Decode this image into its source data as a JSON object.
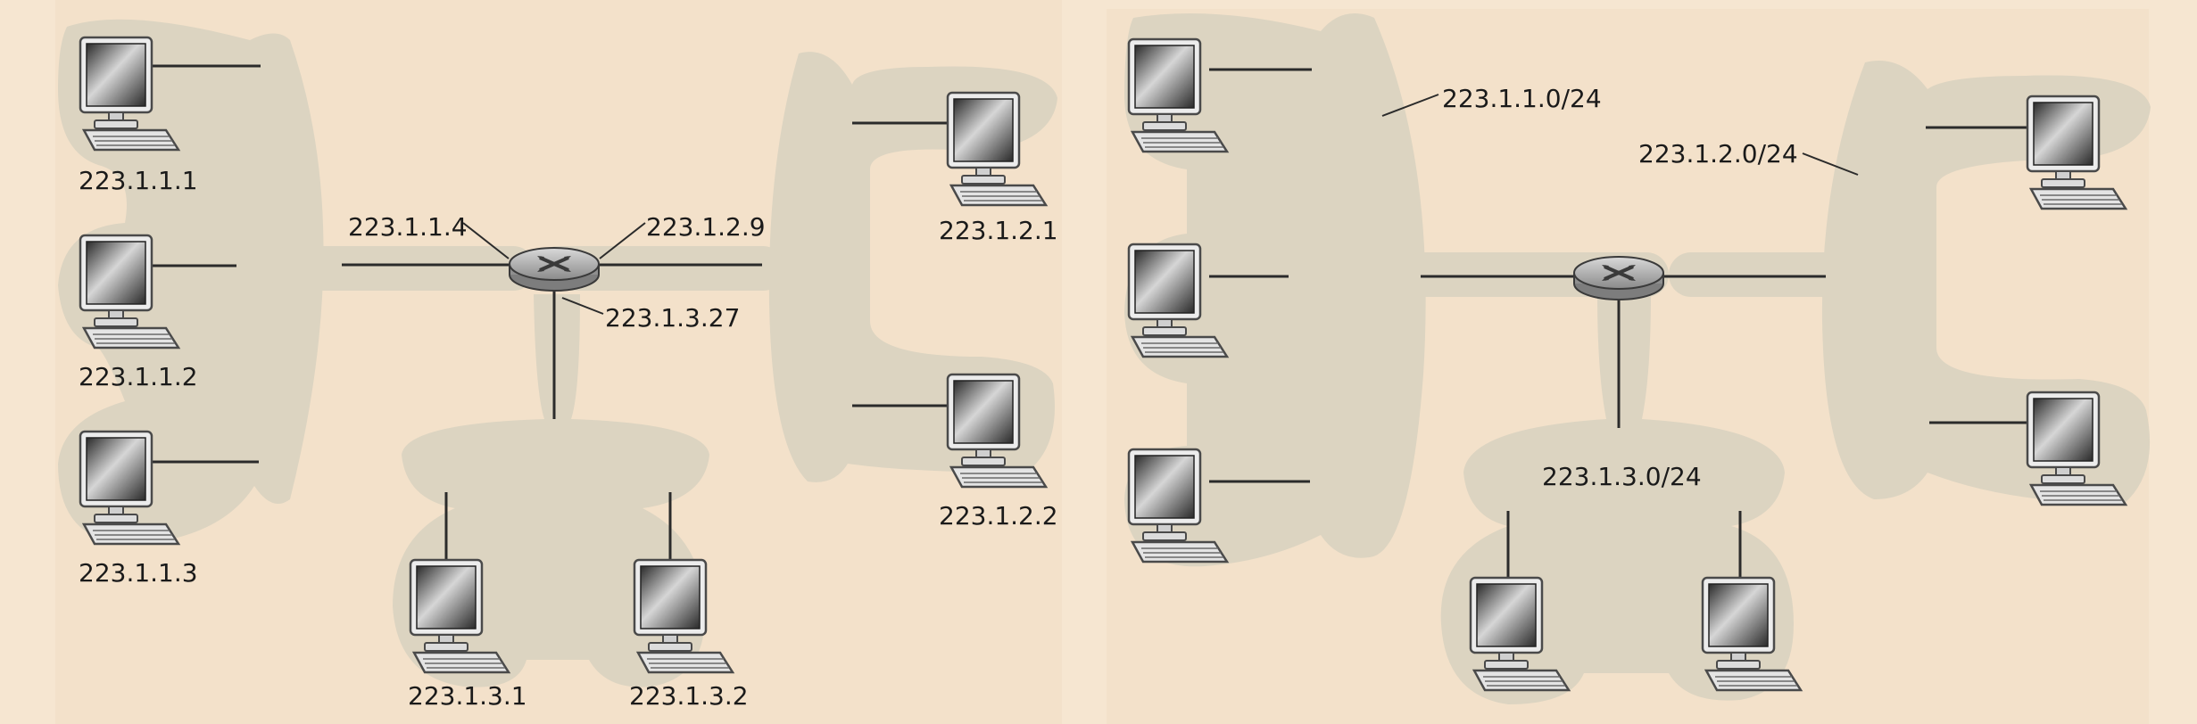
{
  "left_panel": {
    "hosts": [
      {
        "ip": "223.1.1.1"
      },
      {
        "ip": "223.1.1.2"
      },
      {
        "ip": "223.1.1.3"
      },
      {
        "ip": "223.1.2.1"
      },
      {
        "ip": "223.1.2.2"
      },
      {
        "ip": "223.1.3.1"
      },
      {
        "ip": "223.1.3.2"
      }
    ],
    "router_interfaces": {
      "subnet1": "223.1.1.4",
      "subnet2": "223.1.2.9",
      "subnet3": "223.1.3.27"
    }
  },
  "right_panel": {
    "subnets": {
      "subnet1": "223.1.1.0/24",
      "subnet2": "223.1.2.0/24",
      "subnet3": "223.1.3.0/24"
    }
  },
  "icons": [
    "computer-icon",
    "router-icon"
  ],
  "colors": {
    "background": "#f6e6d1",
    "subnet_blob": "#dcd4c1",
    "wire": "#2b2b2b"
  }
}
